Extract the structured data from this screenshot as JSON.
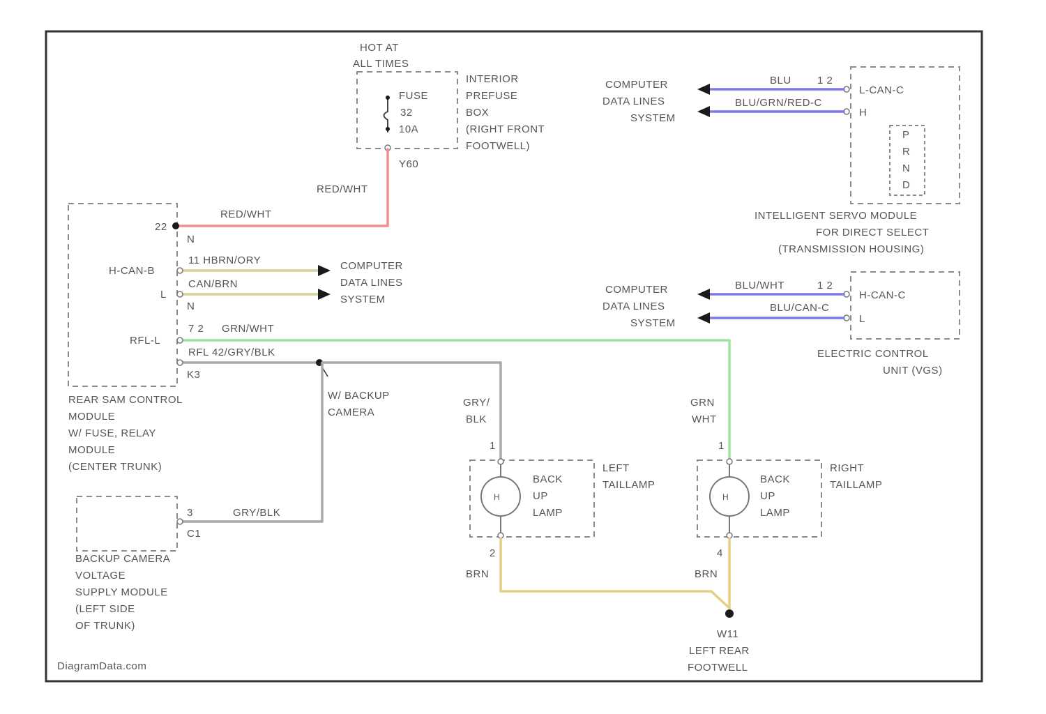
{
  "watermark": "DiagramData.com",
  "colors": {
    "red_wht": "#ef8f8f",
    "can_wire": "#d8cf9a",
    "can_wire_dark": "#8b8a3c",
    "grn_wht": "#9fe39f",
    "gry_blk": "#a9a9a9",
    "brn": "#e2cf85",
    "blue": "#7c7ce6"
  },
  "fuse_box": {
    "header": [
      "HOT AT",
      "ALL TIMES"
    ],
    "fuse": [
      "FUSE",
      "32",
      "10A"
    ],
    "name": [
      "INTERIOR",
      "PREFUSE",
      "BOX",
      "(RIGHT FRONT",
      "FOOTWELL)"
    ],
    "pin": "Y60"
  },
  "rear_sam": {
    "pins": {
      "p22": "22",
      "can_h": "H-CAN-B",
      "can_l": "L",
      "rfl": "RFL-L"
    },
    "names": [
      "REAR SAM CONTROL",
      "MODULE",
      "W/ FUSE, RELAY",
      "MODULE",
      "(CENTER TRUNK)"
    ],
    "connectors": [
      "N",
      "N",
      "K3"
    ]
  },
  "wires": {
    "red_wht_1": "RED/WHT",
    "red_wht_2": "RED/WHT",
    "can_h": "11 HBRN/ORY",
    "can_l": "CAN/BRN",
    "grn_wht": "GRN/WHT",
    "grn_wht_pin": "7 2",
    "gry_blk_top": "RFL 42/GRY/BLK",
    "gry_blk_bottom": "GRY/BLK",
    "left_feed": [
      "GRY/",
      "BLK"
    ],
    "right_feed": [
      "GRN",
      "WHT"
    ],
    "brn_left": "BRN",
    "brn_right": "BRN",
    "blu": "BLU",
    "blu_pin": "1 2",
    "blu_red": "BLU/GRN/RED-C",
    "blu_wht": "BLU/WHT",
    "blu_wht_pin": "1 2",
    "blu_blk": "BLU/CAN-C"
  },
  "data_lines": [
    "COMPUTER",
    "DATA LINES",
    "SYSTEM"
  ],
  "backup_camera_note": [
    "W/ BACKUP",
    "CAMERA"
  ],
  "backup_module": {
    "pin_a": "3",
    "pin_b": "C1",
    "names": [
      "BACKUP CAMERA",
      "VOLTAGE",
      "SUPPLY MODULE",
      "(LEFT SIDE",
      "OF TRUNK)"
    ]
  },
  "left_lamp": {
    "lamp": [
      "BACK",
      "UP",
      "LAMP"
    ],
    "name": [
      "LEFT",
      "TAILLAMP"
    ],
    "pin_top": "1",
    "pin_bottom": "2"
  },
  "right_lamp": {
    "lamp": [
      "BACK",
      "UP",
      "LAMP"
    ],
    "name": [
      "RIGHT",
      "TAILLAMP"
    ],
    "pin_top": "1",
    "pin_bottom": "4"
  },
  "ground": {
    "names": [
      "W11",
      "LEFT REAR",
      "FOOTWELL"
    ]
  },
  "ism": {
    "pins": [
      "L-CAN-C",
      "H"
    ],
    "selector": [
      "P",
      "R",
      "N",
      "D"
    ],
    "names": [
      "INTELLIGENT SERVO MODULE",
      "FOR DIRECT SELECT",
      "(TRANSMISSION HOUSING)"
    ]
  },
  "ecu": {
    "pins": [
      "H-CAN-C",
      "L"
    ],
    "names": [
      "ELECTRIC CONTROL",
      "UNIT (VGS)"
    ]
  }
}
